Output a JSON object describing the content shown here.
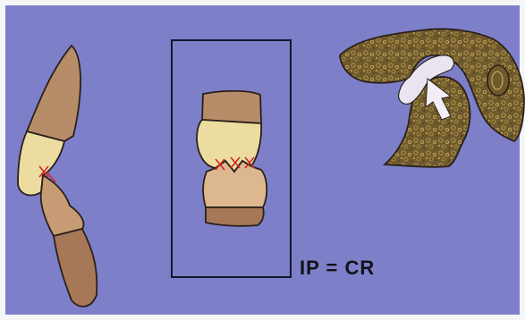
{
  "formula": {
    "text": "IP = CR"
  },
  "colors": {
    "background": "#7d80c9",
    "tooth_enamel": "#ecdca0",
    "tooth_root": "#b78d69",
    "tooth_root_dark": "#a67858",
    "outline": "#2a1f1a",
    "contact_marks": "#d02828",
    "bone_texture": "#6f5a2e",
    "condyle_arrow": "#e9e4ee"
  },
  "panels": [
    {
      "name": "misaligned-teeth"
    },
    {
      "name": "aligned-teeth"
    },
    {
      "name": "condyle-in-fossa"
    }
  ]
}
